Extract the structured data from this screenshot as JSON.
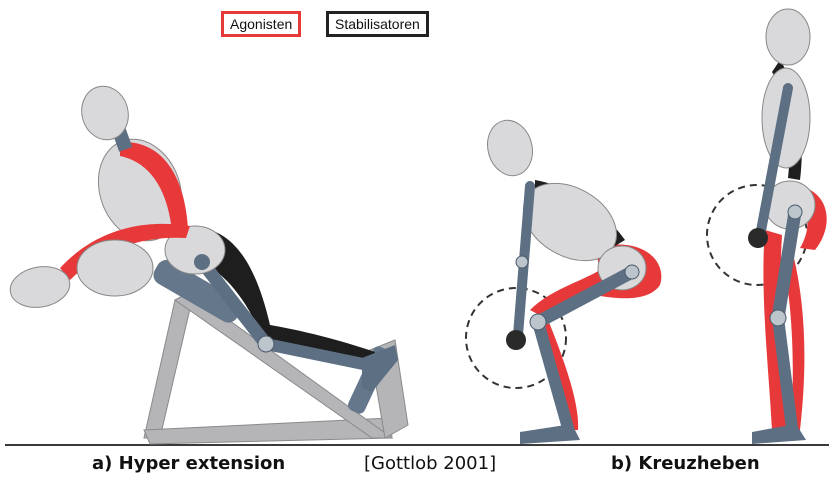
{
  "legend": {
    "agonists": "Agonisten",
    "stabilizers": "Stabilisatoren"
  },
  "captions": {
    "a": "a) Hyper extension",
    "source": "[Gottlob 2001]",
    "b": "b) Kreuzheben"
  },
  "colors": {
    "agonist": "#e8393a",
    "stabilizer": "#1e1e1e",
    "body": "#d9d9dc",
    "limb": "#5d6f82",
    "bench": "#b5b5b8",
    "ground": "#3a3a3a"
  }
}
